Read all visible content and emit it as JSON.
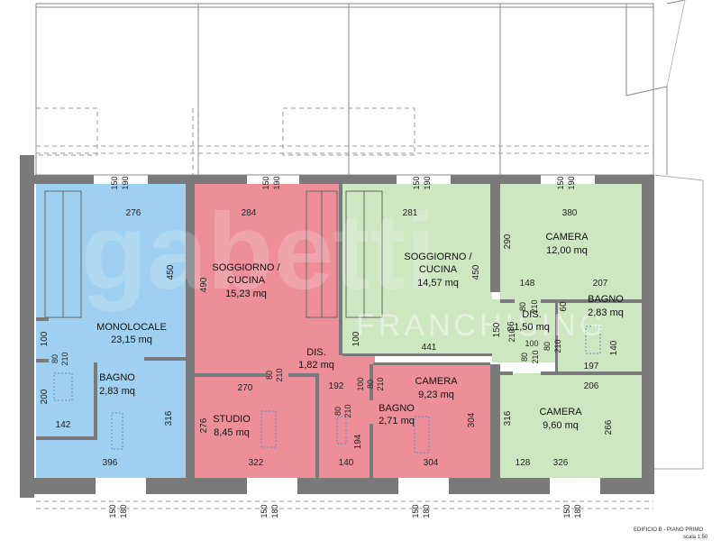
{
  "colors": {
    "blue": "#9fd0ef",
    "red": "#ec8f98",
    "green": "#cde7c2",
    "wall": "#7a7a7a",
    "line": "#6a6a6a"
  },
  "watermark": {
    "script": "gabetti",
    "sub": "FRANCHISING"
  },
  "rooms": {
    "monolocale": {
      "name": "MONOLOCALE",
      "area": "23,15 mq"
    },
    "bagno1": {
      "name": "BAGNO",
      "area": "2,83 mq"
    },
    "soggiorno1": {
      "name1": "SOGGIORNO /",
      "name2": "CUCINA",
      "area": "15,23 mq"
    },
    "dis1": {
      "name": "DIS.",
      "area": "1,82 mq"
    },
    "studio": {
      "name": "STUDIO",
      "area": "8,45 mq"
    },
    "bagno2": {
      "name": "BAGNO",
      "area": "2,71 mq"
    },
    "camera1": {
      "name": "CAMERA",
      "area": "9,23 mq"
    },
    "soggiorno2": {
      "name1": "SOGGIORNO /",
      "name2": "CUCINA",
      "area": "14,57 mq"
    },
    "camera2": {
      "name": "CAMERA",
      "area": "12,00 mq"
    },
    "bagno3": {
      "name": "BAGNO",
      "area": "2,83 mq"
    },
    "dis2": {
      "name": "DIS.",
      "area": "1,50 mq"
    },
    "camera3": {
      "name": "CAMERA",
      "area": "9,60 mq"
    }
  },
  "dimensions": {
    "d276": "276",
    "d284": "284",
    "d281": "281",
    "d380": "380",
    "d450a": "450",
    "d490": "490",
    "d450b": "450",
    "d290": "290",
    "d100a": "100",
    "d100b": "100",
    "d441": "441",
    "d207": "207",
    "d148": "148",
    "d60": "60",
    "d140a": "140",
    "d197": "197",
    "d206": "206",
    "d266": "266",
    "d316a": "316",
    "d316b": "316",
    "d200": "200",
    "d142": "142",
    "d396": "396",
    "d270": "270",
    "d276b": "276",
    "d192": "192",
    "d322": "322",
    "d194": "194",
    "d140b": "140",
    "d304a": "304",
    "d304b": "304",
    "d128": "128",
    "d326": "326",
    "d86": "86",
    "d150": "150",
    "w150": "150",
    "w190": "190",
    "w180": "180",
    "w80": "80",
    "w210": "210",
    "w100": "100"
  },
  "footer": {
    "line1": "EDIFICIO B - PIANO PRIMO",
    "line2": "scala 1:50"
  }
}
